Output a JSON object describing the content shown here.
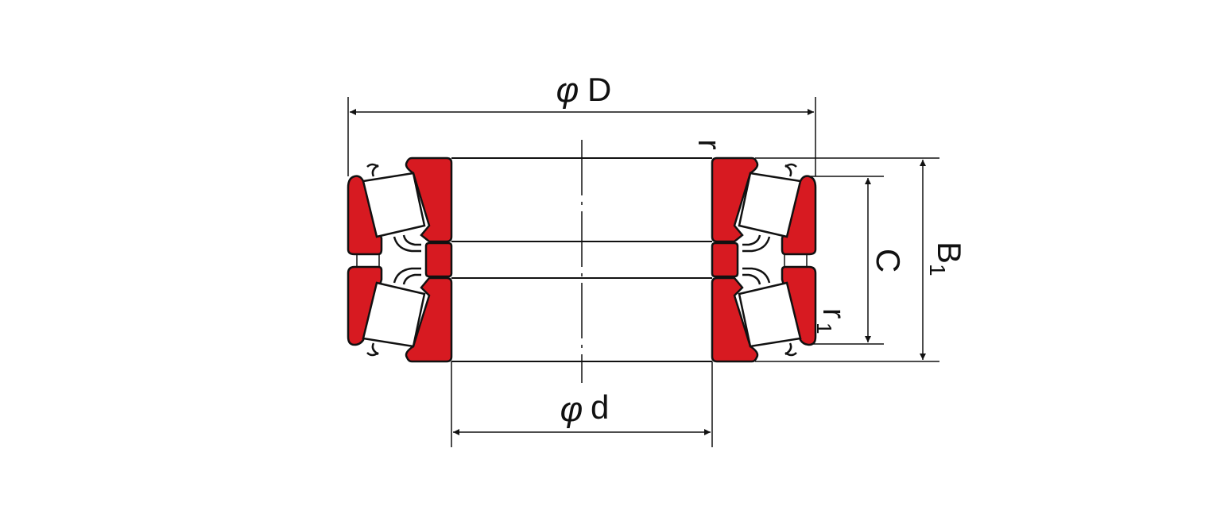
{
  "colors": {
    "ring_fill": "#d71a21",
    "line": "#111111",
    "background": "#ffffff"
  },
  "labels": {
    "outer_diameter": {
      "symbol": "φ",
      "letter": "D"
    },
    "bore_diameter": {
      "symbol": "φ",
      "letter": "d"
    },
    "chamfer_r": "r",
    "chamfer_r1_base": "r",
    "chamfer_r1_sub": "1",
    "height_c": "C",
    "height_b1_base": "B",
    "height_b1_sub": "1"
  }
}
